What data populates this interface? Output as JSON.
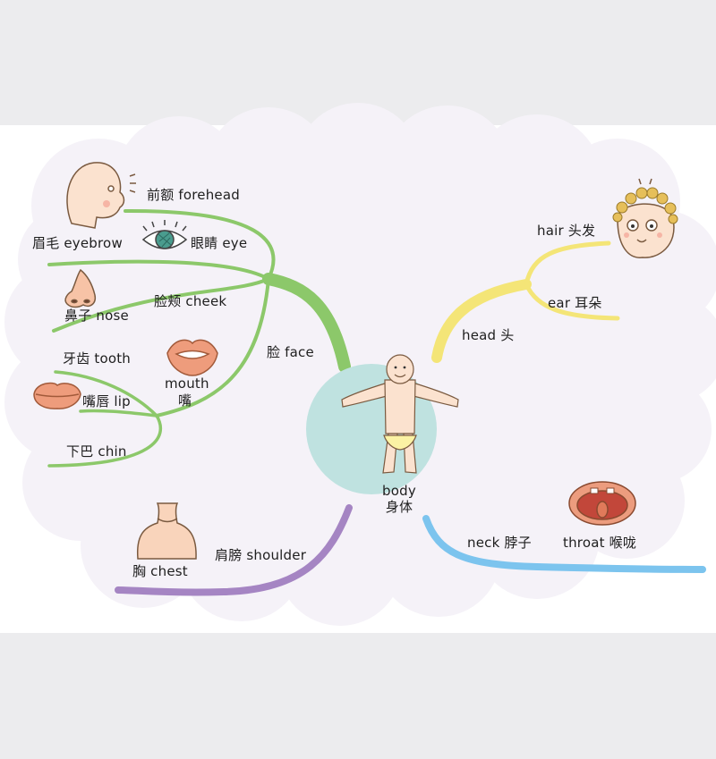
{
  "center": {
    "en": "body",
    "zh": "身体"
  },
  "branches": {
    "face": {
      "label": "脸  face",
      "items": {
        "forehead": "前额 forehead",
        "eyebrow": "眉毛 eyebrow",
        "eye": "眼睛 eye",
        "cheek": "脸颊 cheek",
        "nose": "鼻子 nose",
        "tooth": "牙齿  tooth",
        "mouth_en": "mouth",
        "mouth_zh": "嘴",
        "lip": "嘴唇 lip",
        "chin": "下巴 chin"
      }
    },
    "head": {
      "label": "head 头",
      "items": {
        "hair": "hair 头发",
        "ear": "ear 耳朵"
      }
    },
    "neck": {
      "label": "neck 脖子",
      "items": {
        "throat": "throat 喉咙"
      }
    },
    "shoulder": {
      "label": "肩膀  shoulder",
      "items": {
        "chest": "胸 chest"
      }
    }
  },
  "colors": {
    "face_branch": "#8cc86a",
    "head_branch": "#f4e577",
    "neck_branch": "#7cc4ee",
    "shoulder_branch": "#a585c3",
    "center_circle": "#bfe2e0",
    "cloud": "#f5f2f8"
  },
  "icons": [
    "head-profile-icon",
    "eye-icon",
    "nose-icon",
    "lips-icon",
    "lip-icon",
    "body-figure-icon",
    "curly-hair-head-icon",
    "throat-icon",
    "chest-icon"
  ]
}
